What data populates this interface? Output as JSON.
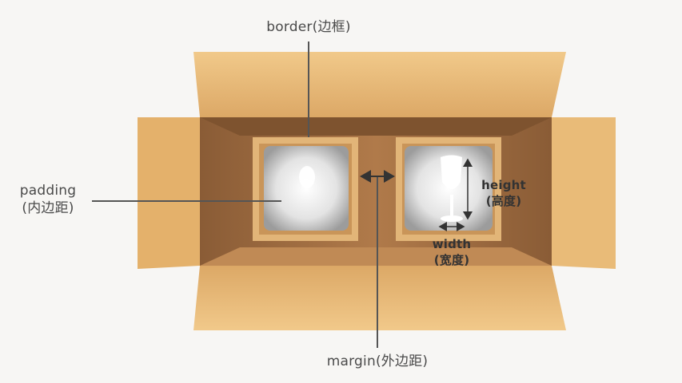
{
  "labels": {
    "border": "border(边框)",
    "padding_line1": "padding",
    "padding_line2": "(内边距)",
    "margin": "margin(外边距)",
    "height_line1": "height",
    "height_line2": "(高度)",
    "width_line1": "width",
    "width_line2": "(宽度)"
  },
  "colors": {
    "box_flap": "#e8b96f",
    "box_flap_dark": "#d7a35c",
    "box_inner": "#9a6a40",
    "box_floor": "#b07a4a",
    "compartment_border": "#e2b578",
    "paper": "#eeeeee",
    "label_text": "#4a4a4a",
    "pointer_line": "#555555"
  }
}
